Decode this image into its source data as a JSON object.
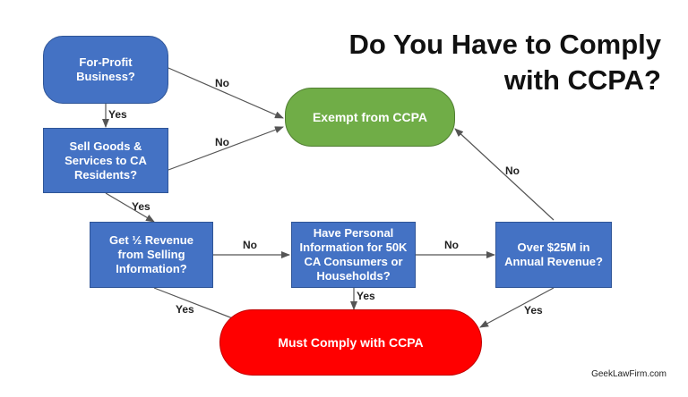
{
  "title": {
    "line1": "Do You Have to Comply",
    "line2": "with CCPA?"
  },
  "nodes": {
    "for_profit": [
      "For-Profit",
      "Business?"
    ],
    "sell_goods": [
      "Sell Goods &",
      "Services to CA",
      "Residents?"
    ],
    "half_revenue": [
      "Get ½ Revenue",
      "from Selling",
      "Information?"
    ],
    "personal_info": [
      "Have Personal",
      "Information for 50K",
      "CA Consumers or",
      "Households?"
    ],
    "over_25m": [
      "Over $25M in",
      "Annual Revenue?"
    ],
    "exempt": "Exempt from CCPA",
    "must_comply": "Must Comply with CCPA"
  },
  "edge_labels": {
    "for_profit_no": "No",
    "for_profit_yes": "Yes",
    "sell_goods_no": "No",
    "sell_goods_yes": "Yes",
    "half_revenue_no": "No",
    "half_revenue_yes": "Yes",
    "personal_info_no": "No",
    "personal_info_yes": "Yes",
    "over_25m_no": "No",
    "over_25m_yes": "Yes"
  },
  "colors": {
    "decision": "#4472c4",
    "exempt": "#70ad47",
    "comply": "#ff0000",
    "arrow": "#555555"
  },
  "footer": "GeekLawFirm.com"
}
